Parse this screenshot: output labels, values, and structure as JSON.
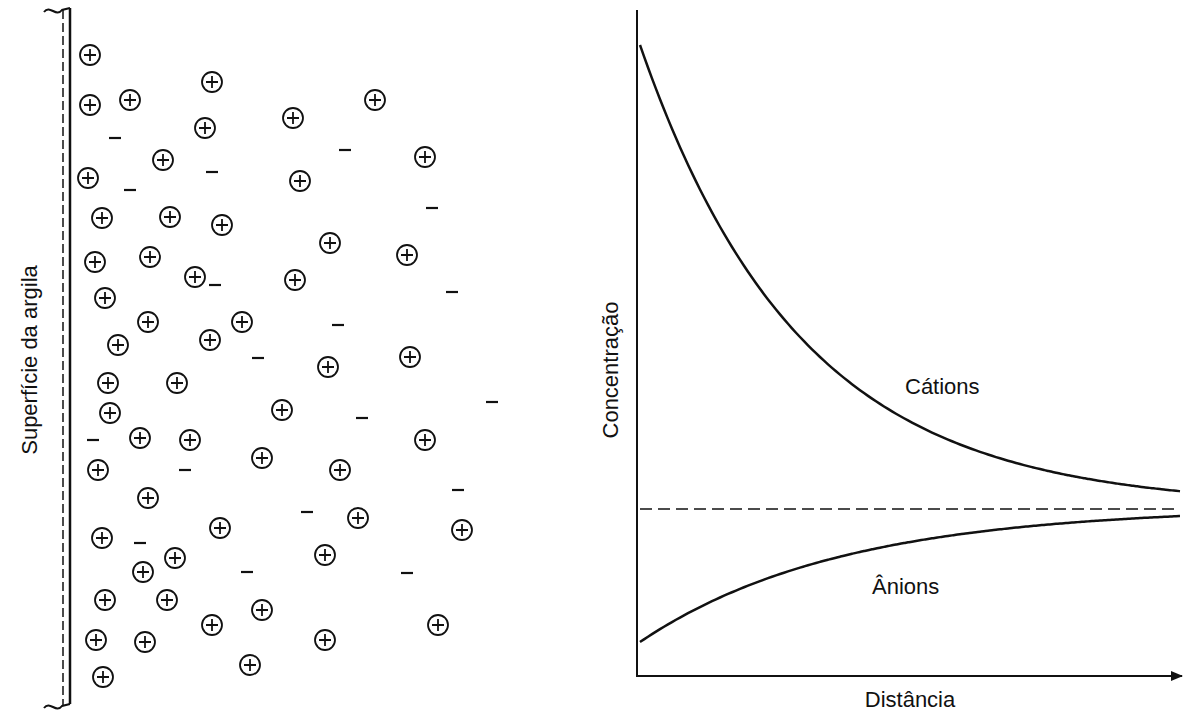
{
  "diagram": {
    "labels": [
      "Superfície da argila",
      "Concentração",
      "Cátions",
      "Ânions",
      "Distância"
    ]
  }
}
